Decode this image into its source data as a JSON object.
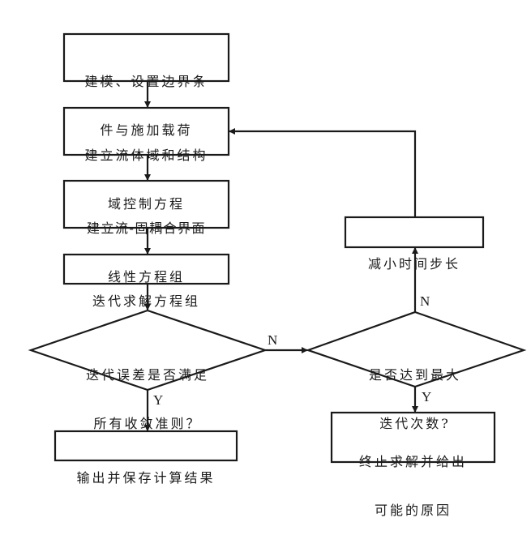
{
  "nodes": {
    "start": {
      "lines": [
        "建模、设置边界条",
        "件与施加载荷"
      ]
    },
    "control_eq": {
      "lines": [
        "建立流体域和结构",
        "域控制方程"
      ]
    },
    "interface": {
      "lines": [
        "建立流-固耦合界面",
        "线性方程组"
      ]
    },
    "iterate": {
      "lines": [
        "迭代求解方程组"
      ]
    },
    "converge_check": {
      "lines": [
        "迭代误差是否满足",
        "所有收敛准则？"
      ]
    },
    "output": {
      "lines": [
        "输出并保存计算结果"
      ]
    },
    "max_iter_check": {
      "lines": [
        "是否达到最大",
        "迭代次数?"
      ]
    },
    "reduce_step": {
      "lines": [
        "减小时间步长"
      ]
    },
    "terminate": {
      "lines": [
        "终止求解并给出",
        "可能的原因"
      ]
    }
  },
  "edge_labels": {
    "converge_no": "N",
    "converge_yes": "Y",
    "max_iter_no": "N",
    "max_iter_yes": "Y"
  },
  "colors": {
    "stroke": "#1a1a1a",
    "background": "#ffffff"
  }
}
